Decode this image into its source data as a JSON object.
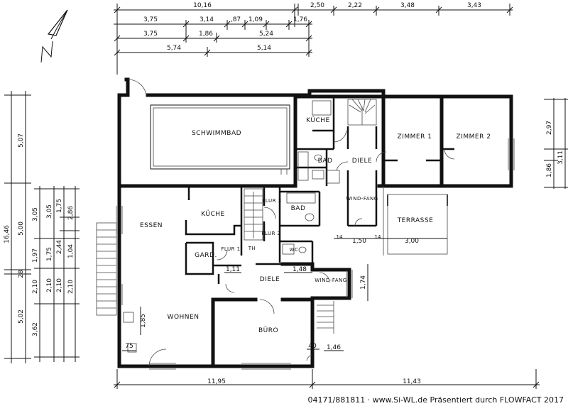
{
  "rooms": {
    "schwimmbad": "SCHWIMMBAD",
    "kueche_top": "KÜCHE",
    "bad_top": "BAD",
    "diele_top": "DIELE",
    "zimmer1": "ZIMMER 1",
    "zimmer2": "ZIMMER 2",
    "windfang_top": "WIND-FANG",
    "terrasse": "TERRASSE",
    "essen": "ESSEN",
    "kueche_mid": "KÜCHE",
    "flur3": "FLUR 3",
    "bad_mid": "BAD",
    "flur2": "FLUR 2",
    "wc": "WC",
    "gard": "GARD.",
    "flur1": "FLUR 1",
    "th": "TH",
    "diele_mid": "DIELE",
    "windfang_mid": "WIND-FANG",
    "wohnen": "WOHNEN",
    "buero": "BÜRO"
  },
  "dims": {
    "top_total_left": "10,16",
    "top_250": "2,50",
    "top_222": "2,22",
    "top_348": "3,48",
    "top_343": "3,43",
    "r2_375": "3,75",
    "r2_314": "3,14",
    "r2_87": ",87",
    "r2_109": "1,09",
    "r2_176": "1,76",
    "r3_375": "3,75",
    "r3_186": "1,86",
    "r3_524": "5,24",
    "r4_574": "5,74",
    "r4_514": "5,14",
    "left_total": "16,46",
    "left_507": "5,07",
    "left_500": "5,00",
    "left_28": "28",
    "left_502": "5,02",
    "c2_305": "3,05",
    "c2_197": "1,97",
    "c2_210": "2,10",
    "c2_362": "3,62",
    "c3_305": "3,05",
    "c3_175": "1,75",
    "c3_210": "2,10",
    "c4_175": "1,75",
    "c4_244": "2,44",
    "c4_210": "2,10",
    "c5_286": "2,86",
    "c5_104": "1,04",
    "c5_210": "2,10",
    "right_297": "2,97",
    "right_311": "3,11",
    "right_186": "1,86",
    "ter_14a": "14",
    "ter_150": "1,50",
    "ter_14b": "14",
    "ter_300": "3,00",
    "d_111": "1,11",
    "d_148": "1,48",
    "d_185": "1,85",
    "d_174": "1,74",
    "d_75": "75",
    "d_40": "40",
    "d_146": "1,46",
    "bottom_1195": "11,95",
    "bottom_1143": "11,43"
  },
  "footer": "04171/881811 · www.Si-WL.de Präsentiert durch FLOWFACT 2017"
}
